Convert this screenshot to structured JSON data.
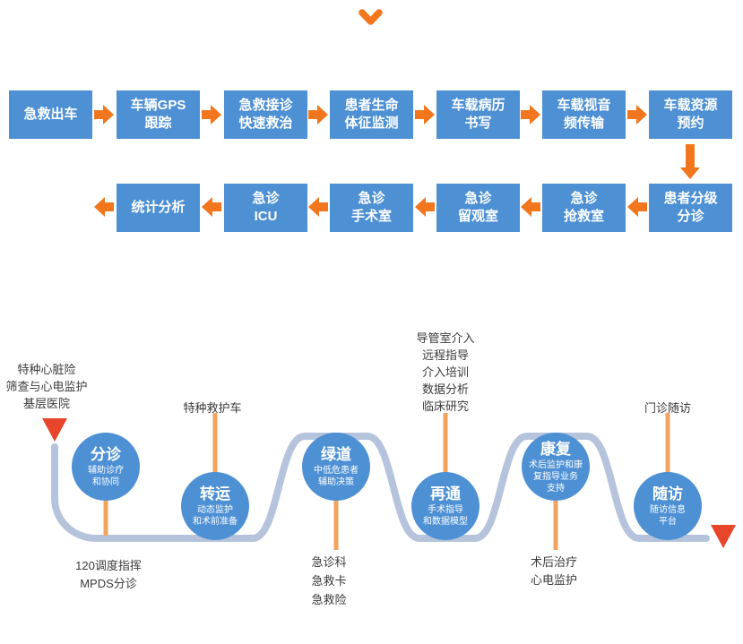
{
  "palette": {
    "box_blue": "#4E90D4",
    "arrow_orange": "#F2761D",
    "ribbon_blue_gray": "#B5C4DC",
    "tick_orange": "#F2A45F",
    "triangle_red": "#E8452B"
  },
  "flowchart": {
    "row1": [
      "急救出车",
      "车辆GPS\n跟踪",
      "急救接诊\n快速救治",
      "患者生命\n体征监测",
      "车载病历\n书写",
      "车载视音\n频传输",
      "车载资源\n预约"
    ],
    "row2": [
      "统计分析",
      "急诊\nICU",
      "急诊\n手术室",
      "急诊\n留观室",
      "急诊\n抢救室",
      "患者分级\n分诊"
    ]
  },
  "journey": {
    "stations": [
      {
        "title": "分诊",
        "subtitle": "辅助诊疗\n和协同"
      },
      {
        "title": "转运",
        "subtitle": "动态监护\n和术前准备"
      },
      {
        "title": "绿道",
        "subtitle": "中低危患者\n辅助决策"
      },
      {
        "title": "再通",
        "subtitle": "手术指导\n和数据模型"
      },
      {
        "title": "康复",
        "subtitle": "术后监护和康\n复指导业务\n支持"
      },
      {
        "title": "随访",
        "subtitle": "随访信息\n平台"
      }
    ],
    "labels": {
      "top_left": "特种心脏险\n筛查与心电监护\n基层医院",
      "ambulance": "特种救护车",
      "cathlab": "导管室介入\n远程指导\n介入培训\n数据分析\n临床研究",
      "clinic": "门诊随访",
      "dispatch": "120调度指挥\nMPDS分诊",
      "er": "急诊科\n急救卡\n急救险",
      "post_op": "术后治疗\n心电监护"
    }
  }
}
